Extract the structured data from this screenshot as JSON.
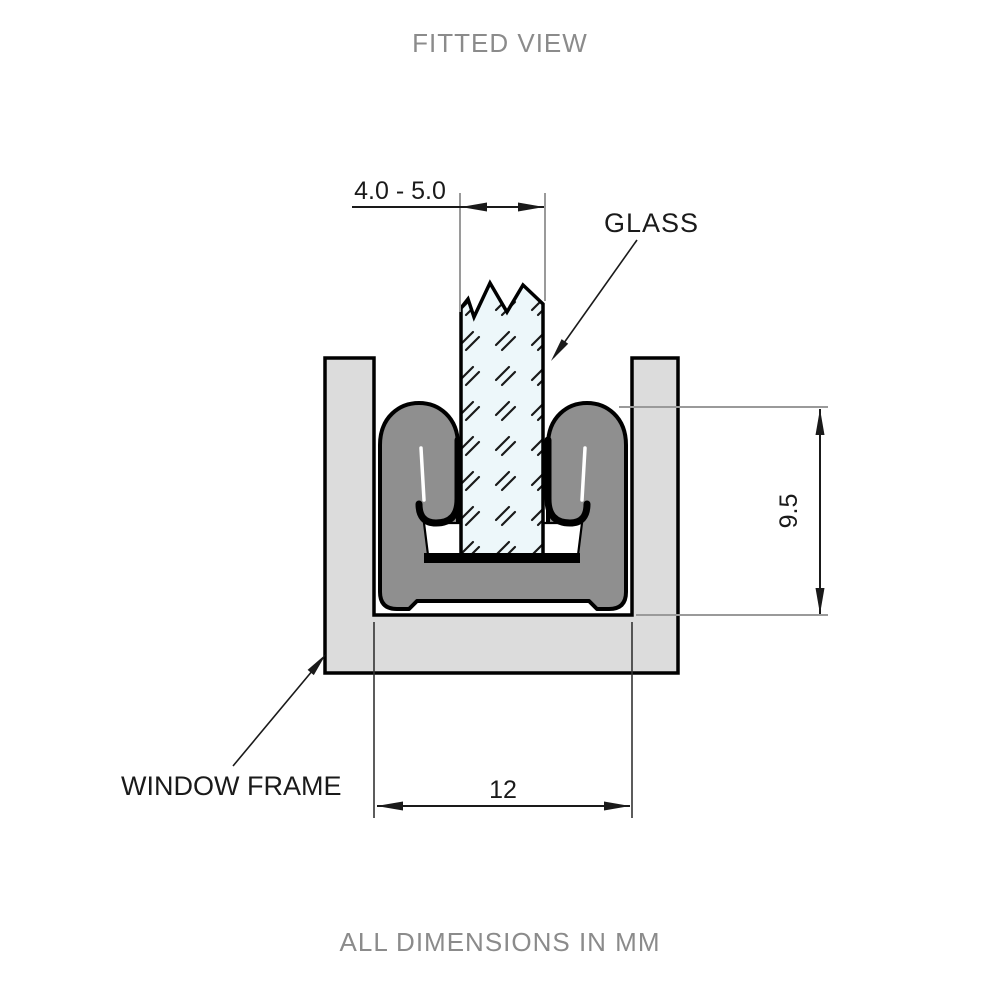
{
  "title": "FITTED VIEW",
  "footer_note": "ALL DIMENSIONS IN MM",
  "labels": {
    "glass": "GLASS",
    "window_frame": "WINDOW FRAME"
  },
  "dims": {
    "glass_thickness": "4.0 - 5.0",
    "seal_height": "9.5",
    "channel_width": "12"
  },
  "colors": {
    "frame_fill": "#dcdcdc",
    "seal_fill": "#8f8f8f",
    "glass_fill": "#edf7fa",
    "outline": "#000000",
    "dimension_line": "#1a1a1a",
    "extension_line": "#9a9a9a",
    "muted_text": "#8b8b8b"
  }
}
